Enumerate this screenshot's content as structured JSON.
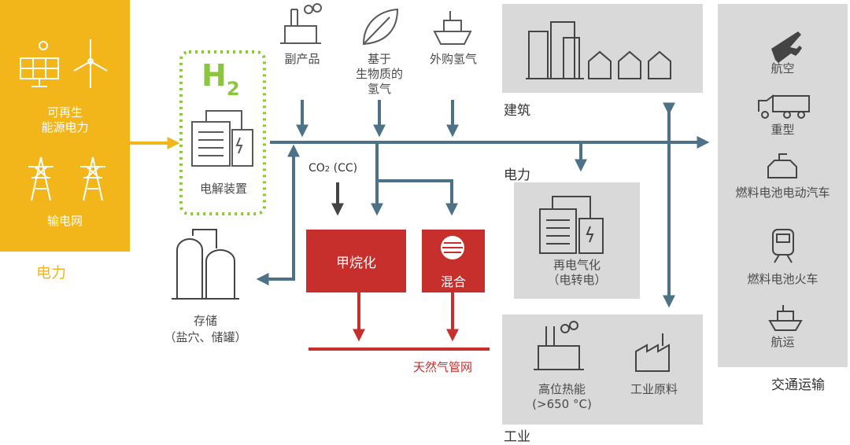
{
  "renewables": {
    "label": "可再生\n能源电力",
    "grid_label": "输电网",
    "section_label": "电力"
  },
  "electrolyser": {
    "h2_main": "H",
    "h2_sub": "2",
    "label": "电解装置"
  },
  "inputs": {
    "byproduct": "副产品",
    "biomass": "基于\n生物质的\n氢气",
    "purchased": "外购氢气"
  },
  "co2": {
    "main": "CO",
    "sub": "2",
    "suffix": " (CC)"
  },
  "storage": {
    "label": "存储\n（盐穴、储罐）"
  },
  "processes": {
    "methanation": "甲烷化",
    "blending": "混合",
    "gas_grid": "天然气管网"
  },
  "sectors": {
    "buildings": "建筑",
    "power": "电力",
    "reconversion": "再电气化\n（电转电）",
    "industry": "工业",
    "high_heat": "高位热能\n(>650 °C)",
    "feedstock": "工业原料",
    "transport": "交通运输"
  },
  "transport_items": [
    "航空",
    "重型",
    "燃料电池电动汽车",
    "燃料电池火车",
    "航运"
  ],
  "colors": {
    "yellow": "#f2b51a",
    "green": "#8cc63f",
    "steel": "#4d7287",
    "red": "#c62f2b",
    "gray": "#d9d9d9"
  }
}
